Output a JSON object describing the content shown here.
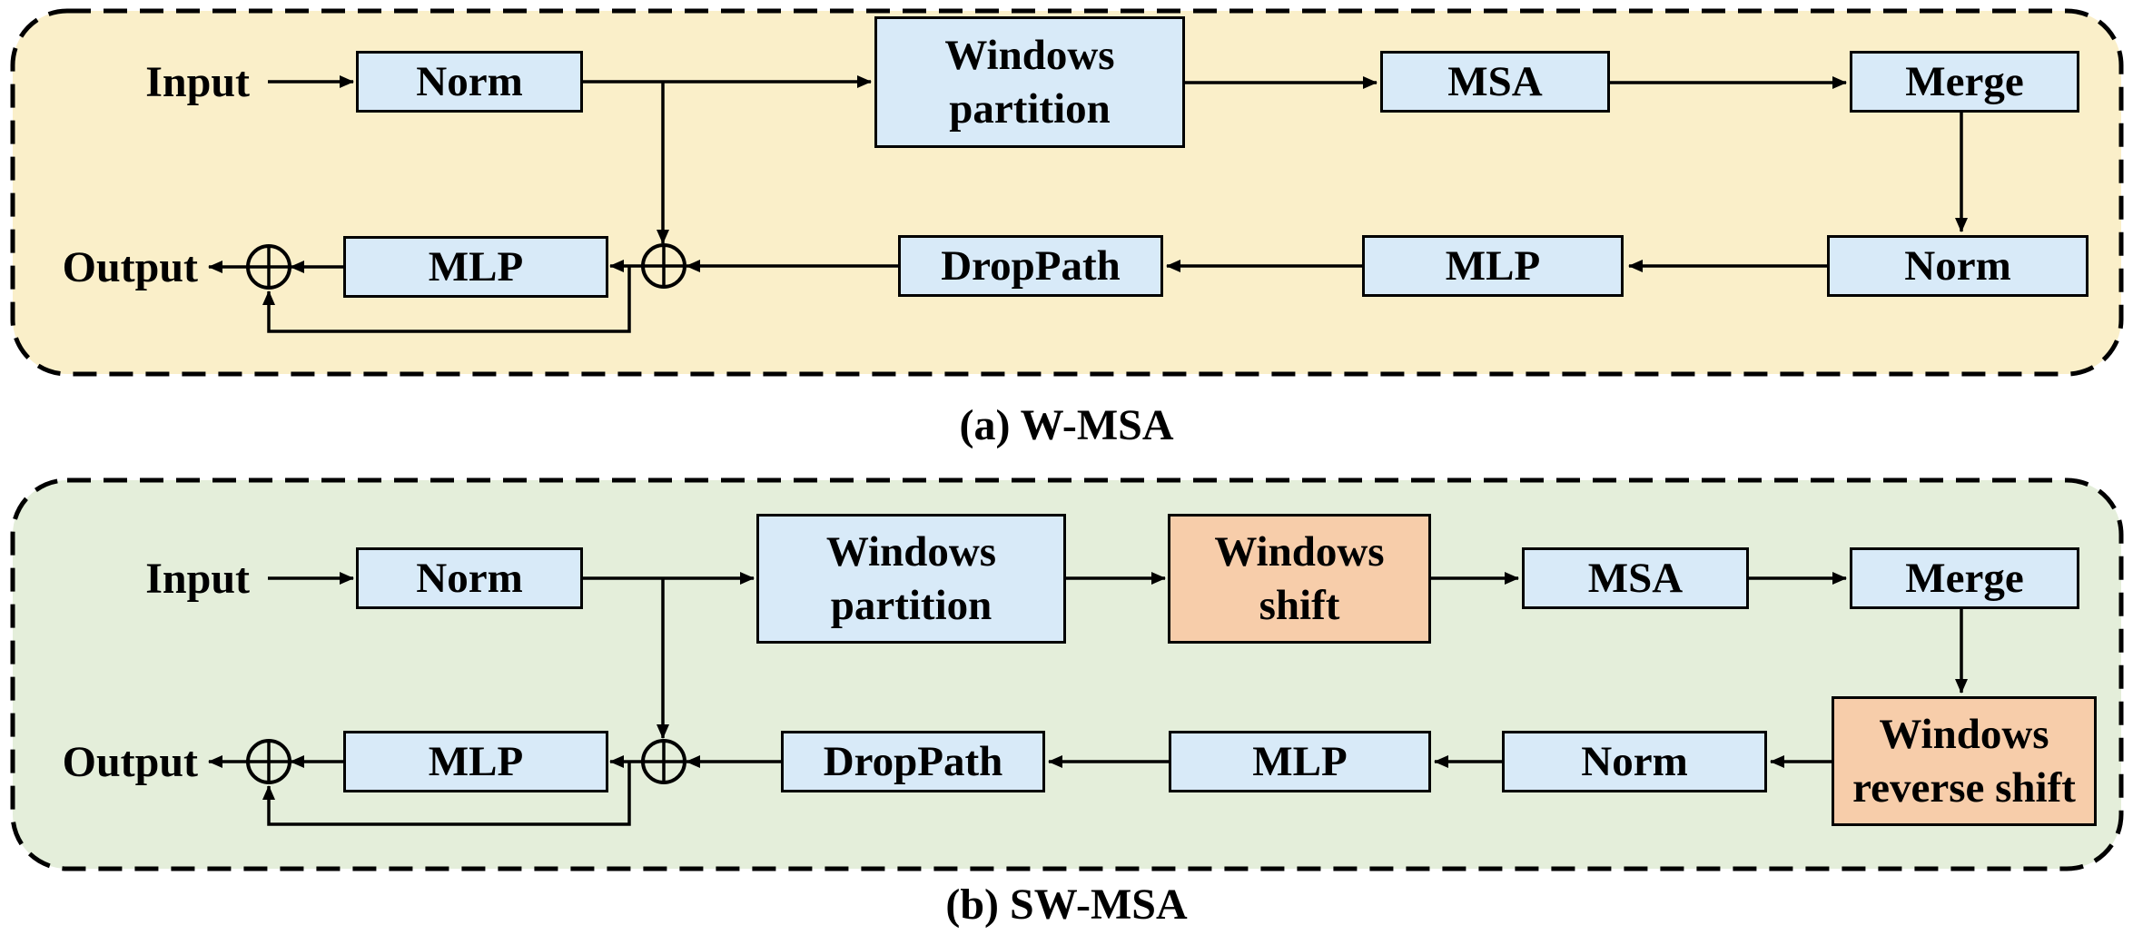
{
  "figure": {
    "panel_a": {
      "caption": "(a) W-MSA",
      "input_label": "Input",
      "output_label": "Output",
      "boxes": {
        "norm_top": "Norm",
        "windows_partition": "Windows\npartition",
        "msa": "MSA",
        "merge": "Merge",
        "norm_bottom": "Norm",
        "mlp_right": "MLP",
        "droppath": "DropPath",
        "mlp_left": "MLP"
      }
    },
    "panel_b": {
      "caption": "(b) SW-MSA",
      "input_label": "Input",
      "output_label": "Output",
      "boxes": {
        "norm_top": "Norm",
        "windows_partition": "Windows\npartition",
        "windows_shift": "Windows\nshift",
        "msa": "MSA",
        "merge": "Merge",
        "windows_reverse_shift": "Windows\nreverse shift",
        "norm_bottom": "Norm",
        "mlp_mid": "MLP",
        "droppath": "DropPath",
        "mlp_left": "MLP"
      }
    },
    "icons": {
      "sum_junction": "circled-plus"
    },
    "colors": {
      "panel_a_bg": "#FAEFC9",
      "panel_b_bg": "#E4EEDA",
      "box_blue": "#D8EAF8",
      "box_orange": "#F7CDAA",
      "line": "#000000"
    }
  }
}
